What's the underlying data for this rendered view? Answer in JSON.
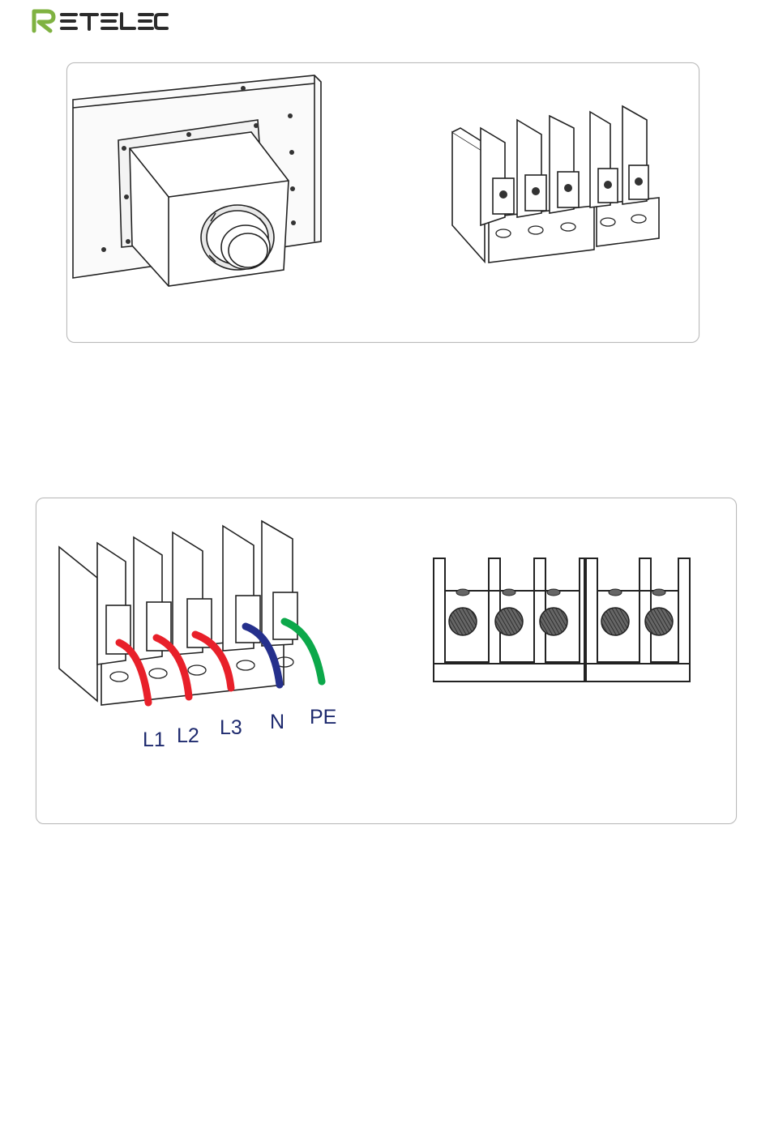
{
  "header": {
    "logo_text": "RETELEC",
    "logo_colors": {
      "accent": "#7fb241",
      "dark": "#2a2a2a"
    }
  },
  "figure_top": {
    "items": [
      "enclosure-with-cable-gland",
      "terminal-block"
    ]
  },
  "figure_bottom": {
    "wires": [
      {
        "label": "L1",
        "color": "#e8202a"
      },
      {
        "label": "L2",
        "color": "#e8202a"
      },
      {
        "label": "L3",
        "color": "#e8202a"
      },
      {
        "label": "N",
        "color": "#25308c"
      },
      {
        "label": "PE",
        "color": "#0ca84a"
      }
    ]
  }
}
